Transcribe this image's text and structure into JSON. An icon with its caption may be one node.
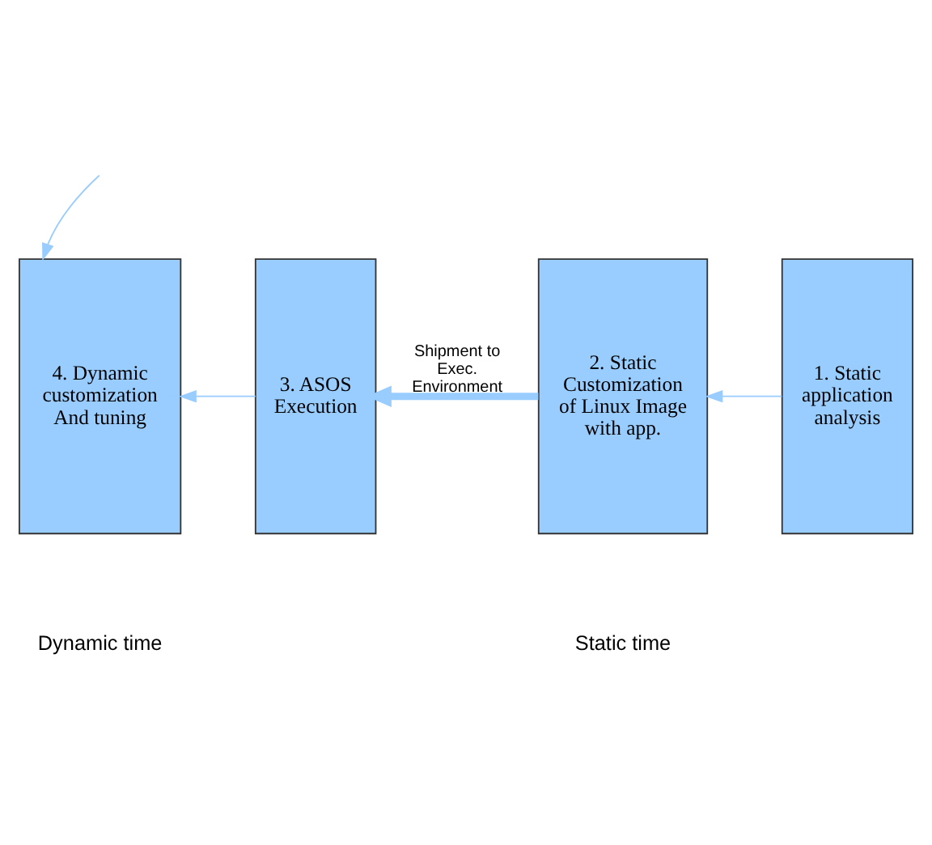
{
  "diagram": {
    "nodes": [
      {
        "text": [
          "1. Static application analysis"
        ]
      },
      {
        "text": [
          "2. Static Customization of Linux Image with app."
        ]
      },
      {
        "text": [
          "3. ASOS Execution"
        ]
      },
      {
        "text": [
          "4. Dynamic customization And tuning"
        ]
      }
    ],
    "edges": [
      {
        "from": null,
        "to": 3,
        "arrow": "to"
      },
      {
        "from": 0,
        "to": 1,
        "arrow": "to"
      },
      {
        "from": 1,
        "to": 2,
        "arrow": "to",
        "label": "Shipment to Exec. Environment",
        "style": "thick"
      },
      {
        "from": 2,
        "to": 3,
        "arrow": "to"
      }
    ],
    "labels": [
      "Dynamic time",
      "Static time"
    ]
  }
}
